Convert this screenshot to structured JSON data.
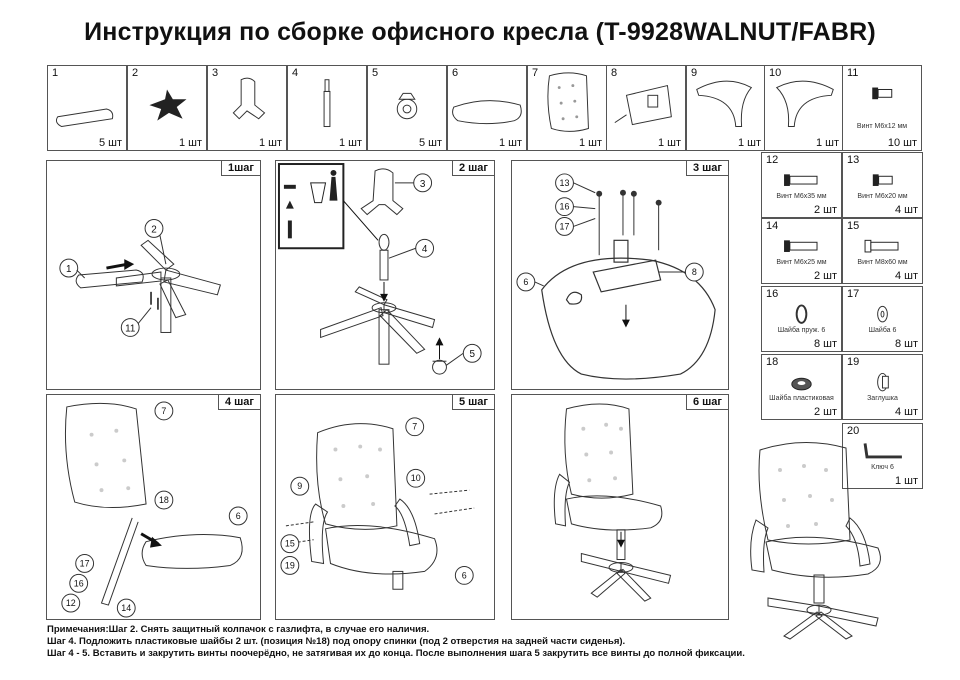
{
  "title": "Инструкция по сборке офисного кресла (T-9928WALNUT/FABR)",
  "parts": [
    {
      "num": "1",
      "qty": "5 шт",
      "desc": "",
      "icon": "armrest-pad-icon"
    },
    {
      "num": "2",
      "qty": "1 шт",
      "desc": "",
      "icon": "star-base-center-icon"
    },
    {
      "num": "3",
      "qty": "1 шт",
      "desc": "",
      "icon": "gaslift-cover-icon"
    },
    {
      "num": "4",
      "qty": "1 шт",
      "desc": "",
      "icon": "gaslift-icon"
    },
    {
      "num": "5",
      "qty": "5 шт",
      "desc": "",
      "icon": "caster-wheel-icon"
    },
    {
      "num": "6",
      "qty": "1 шт",
      "desc": "",
      "icon": "seat-cushion-icon"
    },
    {
      "num": "7",
      "qty": "1 шт",
      "desc": "",
      "icon": "backrest-icon"
    },
    {
      "num": "8",
      "qty": "1 шт",
      "desc": "",
      "icon": "mechanism-plate-icon"
    },
    {
      "num": "9",
      "qty": "1 шт",
      "desc": "",
      "icon": "armrest-left-icon"
    },
    {
      "num": "10",
      "qty": "1 шт",
      "desc": "",
      "icon": "armrest-right-icon"
    },
    {
      "num": "11",
      "qty": "10 шт",
      "desc": "Винт М6х12 мм",
      "icon": "screw-icon"
    },
    {
      "num": "12",
      "qty": "2 шт",
      "desc": "Винт М6х35 мм",
      "icon": "screw-long-icon"
    },
    {
      "num": "13",
      "qty": "4 шт",
      "desc": "Винт М6х20 мм",
      "icon": "screw-icon"
    },
    {
      "num": "14",
      "qty": "2 шт",
      "desc": "Винт М6х25 мм",
      "icon": "screw-long-icon"
    },
    {
      "num": "15",
      "qty": "4 шт",
      "desc": "Винт М8х60 мм",
      "icon": "bolt-icon"
    },
    {
      "num": "16",
      "qty": "8 шт",
      "desc": "Шайба пруж. 6",
      "icon": "spring-washer-icon"
    },
    {
      "num": "17",
      "qty": "8 шт",
      "desc": "Шайба  6",
      "icon": "flat-washer-icon"
    },
    {
      "num": "18",
      "qty": "2 шт",
      "desc": "Шайба пластиковая",
      "icon": "plastic-washer-icon"
    },
    {
      "num": "19",
      "qty": "4 шт",
      "desc": "Заглушка",
      "icon": "cap-plug-icon"
    },
    {
      "num": "20",
      "qty": "1 шт",
      "desc": "Ключ 6",
      "icon": "hex-key-icon"
    }
  ],
  "steps": [
    {
      "label": "1шаг",
      "callouts": [
        "1",
        "2",
        "11"
      ]
    },
    {
      "label": "2 шаг",
      "callouts": [
        "3",
        "4",
        "5"
      ]
    },
    {
      "label": "3 шаг",
      "callouts": [
        "13",
        "16",
        "17",
        "6",
        "8"
      ]
    },
    {
      "label": "4 шаг",
      "callouts": [
        "7",
        "18",
        "6",
        "17",
        "16",
        "12",
        "14"
      ]
    },
    {
      "label": "5 шаг",
      "callouts": [
        "7",
        "10",
        "9",
        "15",
        "19",
        "6"
      ]
    },
    {
      "label": "6 шаг",
      "callouts": []
    }
  ],
  "notes": [
    "Примечания:Шаг 2. Снять защитный колпачок с газлифта, в случае его наличия.",
    "Шаг 4. Подложить пластиковые шайбы 2 шт. (позиция №18) под опору спинки (под 2 отверстия на задней части сиденья).",
    "Шаг 4 - 5. Вставить и закрутить винты поочерёдно, не затягивая их до конца. После выполнения шага 5 закрутить все винты до полной фиксации."
  ]
}
